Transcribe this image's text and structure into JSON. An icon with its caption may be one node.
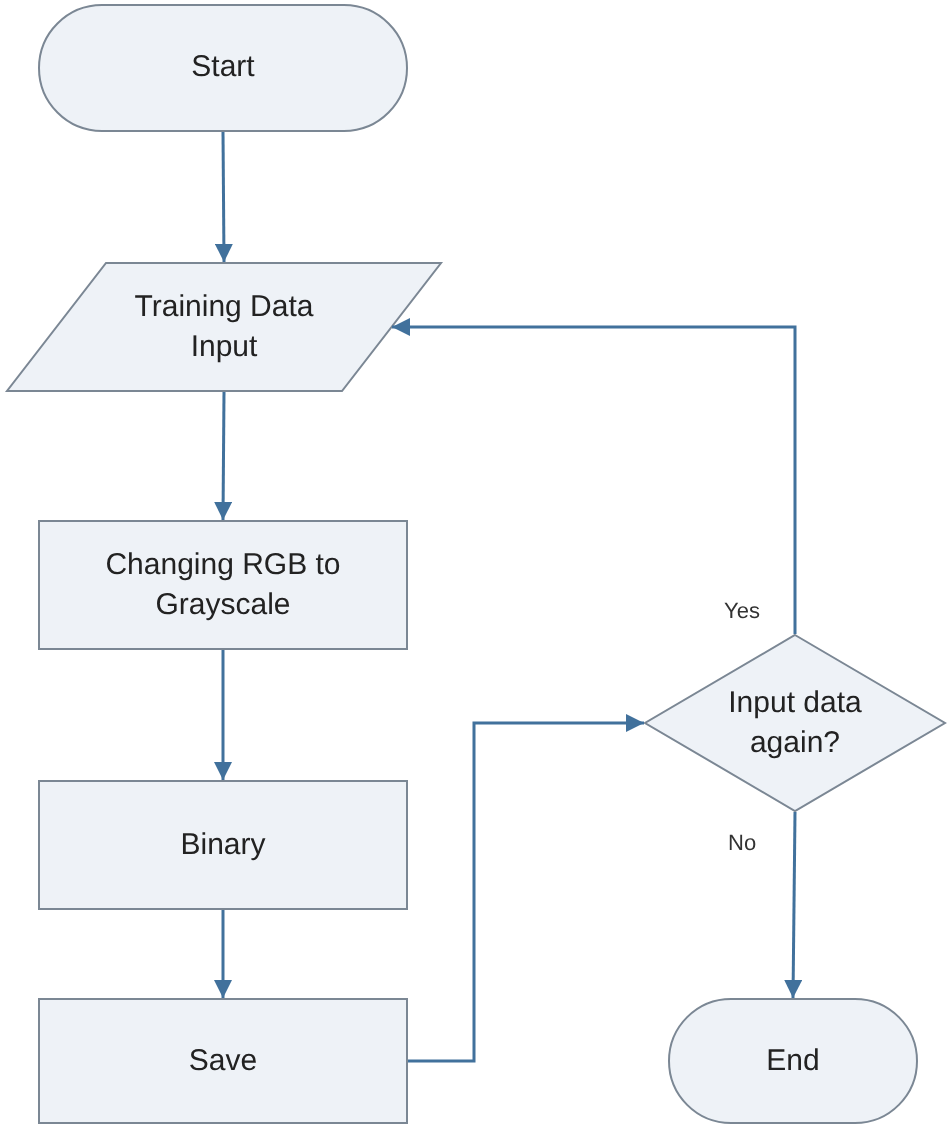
{
  "diagram": {
    "nodes": [
      {
        "text": [
          "Start"
        ]
      },
      {
        "text": [
          "Training Data Input"
        ]
      },
      {
        "text": [
          "Changing RGB to Grayscale"
        ]
      },
      {
        "text": [
          "Binary"
        ]
      },
      {
        "text": [
          "Save"
        ]
      },
      {
        "text": [
          "Input data again?"
        ]
      },
      {
        "text": [
          "End"
        ]
      }
    ],
    "edges": [
      {
        "from": 0,
        "to": 1,
        "arrow": "to"
      },
      {
        "from": 1,
        "to": 2,
        "arrow": "to"
      },
      {
        "from": 2,
        "to": 3,
        "arrow": "to"
      },
      {
        "from": 3,
        "to": 4,
        "arrow": "to"
      },
      {
        "from": 4,
        "to": 5,
        "arrow": "to"
      },
      {
        "from": 5,
        "to": 1,
        "arrow": "to",
        "label": "Yes"
      },
      {
        "from": 5,
        "to": 6,
        "arrow": "to",
        "label": "No"
      }
    ]
  }
}
